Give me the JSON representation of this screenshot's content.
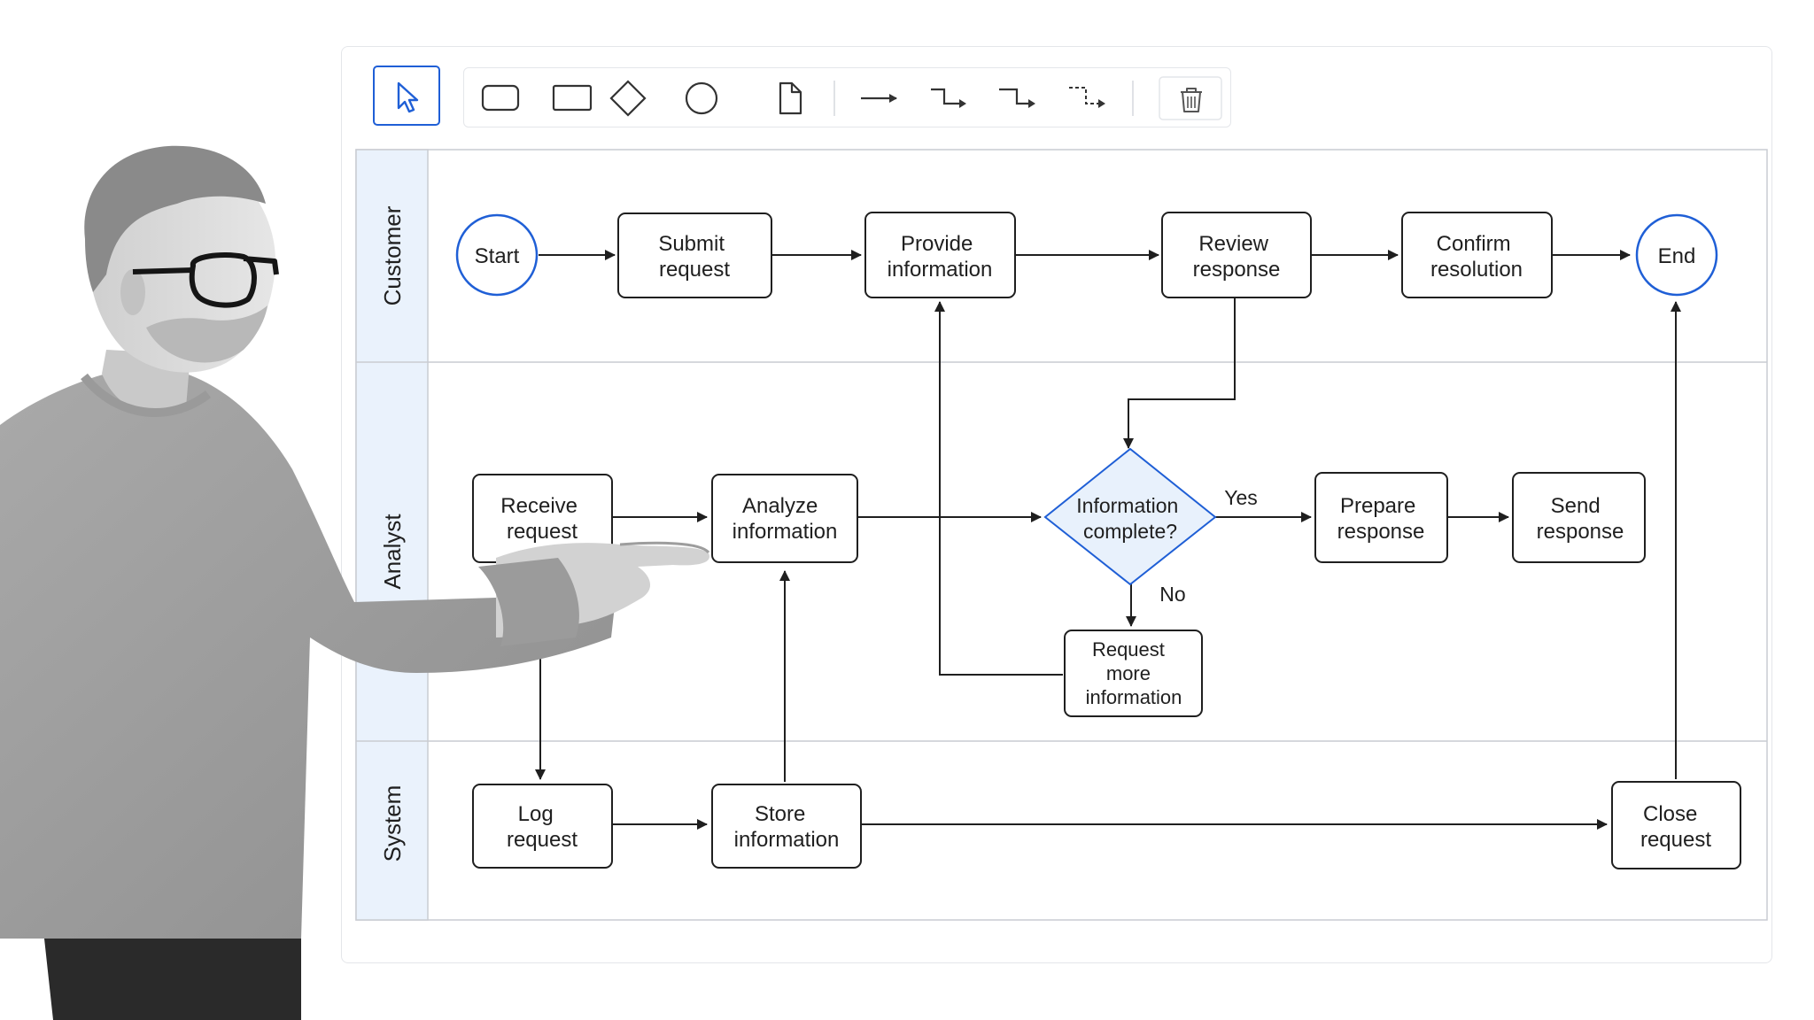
{
  "toolbar": {
    "tools": [
      {
        "id": "select",
        "icon": "cursor-arrow-icon",
        "active": true
      },
      {
        "id": "rounded-rectangle",
        "icon": "rounded-rectangle-icon"
      },
      {
        "id": "rectangle",
        "icon": "rectangle-icon"
      },
      {
        "id": "diamond",
        "icon": "diamond-icon"
      },
      {
        "id": "circle",
        "icon": "circle-icon"
      },
      {
        "id": "document",
        "icon": "document-icon"
      },
      {
        "id": "straight-connector",
        "icon": "arrow-right-icon"
      },
      {
        "id": "elbow-connector",
        "icon": "elbow-arrow-icon"
      },
      {
        "id": "step-connector",
        "icon": "step-arrow-icon"
      },
      {
        "id": "dashed-connector",
        "icon": "dashed-elbow-arrow-icon"
      },
      {
        "id": "delete",
        "icon": "trash-icon"
      }
    ],
    "accent_color": "#1f5fd6"
  },
  "diagram": {
    "lanes": [
      {
        "id": "customer",
        "label": "Customer"
      },
      {
        "id": "analyst",
        "label": "Analyst"
      },
      {
        "id": "system",
        "label": "System"
      }
    ],
    "nodes": {
      "start": "Start",
      "submit": [
        "Submit",
        "request"
      ],
      "provide": [
        "Provide",
        "information"
      ],
      "review": [
        "Review",
        "response"
      ],
      "confirm": [
        "Confirm",
        "resolution"
      ],
      "end": "End",
      "receive": [
        "Receive",
        "request"
      ],
      "analyze": [
        "Analyze",
        "information"
      ],
      "decision": [
        "Information",
        "complete?"
      ],
      "prepare": [
        "Prepare",
        "response"
      ],
      "send": [
        "Send",
        "response"
      ],
      "request_more": [
        "Request",
        "more",
        "information"
      ],
      "log": [
        "Log",
        "request"
      ],
      "store": [
        "Store",
        "information"
      ],
      "close": [
        "Close",
        "request"
      ]
    },
    "edge_labels": {
      "yes": "Yes",
      "no": "No"
    },
    "colors": {
      "stroke": "#1f1f1f",
      "lane_header_fill": "#eaf2fc",
      "terminal_stroke": "#1f5fd6",
      "decision_fill": "#e8f1fc"
    }
  }
}
